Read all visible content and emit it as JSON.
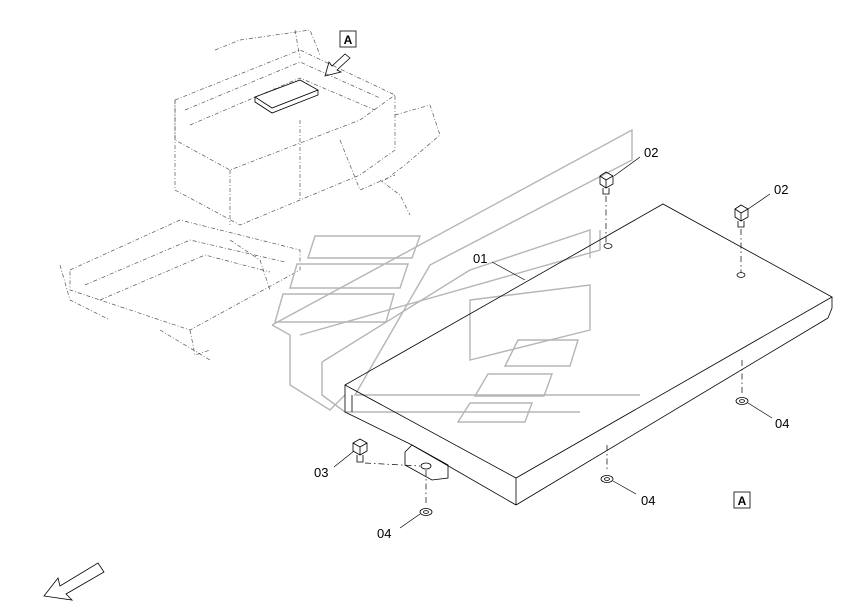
{
  "callouts": {
    "c01": "01",
    "c02_left": "02",
    "c02_right": "02",
    "c03": "03",
    "c04_left": "04",
    "c04_mid": "04",
    "c04_right": "04"
  },
  "view_labels": {
    "top": "A",
    "bottom": "A"
  },
  "colors": {
    "line": "#000000",
    "ghost": "#b5b5b5",
    "background": "#ffffff"
  }
}
